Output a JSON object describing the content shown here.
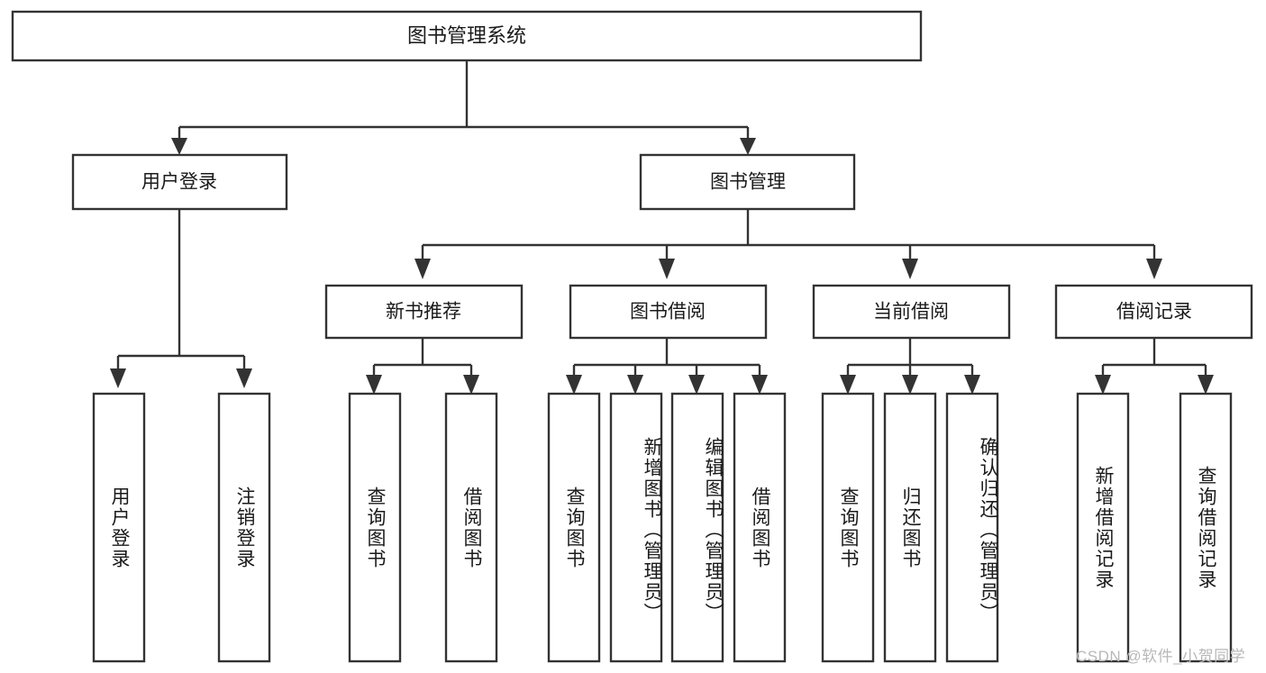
{
  "diagram": {
    "type": "tree-hierarchy",
    "title_node": {
      "label": "图书管理系统"
    },
    "level1": [
      {
        "label": "用户登录"
      },
      {
        "label": "图书管理"
      }
    ],
    "level2": [
      {
        "label": "新书推荐"
      },
      {
        "label": "图书借阅"
      },
      {
        "label": "当前借阅"
      },
      {
        "label": "借阅记录"
      }
    ],
    "leaves": [
      {
        "label": "用户登录"
      },
      {
        "label": "注销登录"
      },
      {
        "label": "查询图书"
      },
      {
        "label": "借阅图书"
      },
      {
        "label": "查询图书"
      },
      {
        "label": "新增图书（管理员）"
      },
      {
        "label": "编辑图书（管理员）"
      },
      {
        "label": "借阅图书"
      },
      {
        "label": "查询图书"
      },
      {
        "label": "归还图书"
      },
      {
        "label": "确认归还（管理员）"
      },
      {
        "label": "新增借阅记录"
      },
      {
        "label": "查询借阅记录"
      }
    ],
    "colors": {
      "box_stroke": "#333333",
      "box_fill": "#ffffff",
      "connector": "#333333",
      "text": "#1a1a1a",
      "watermark": "#b8b8b8",
      "background": "#ffffff"
    }
  },
  "watermark": {
    "text": "CSDN @软件_小贺同学"
  }
}
